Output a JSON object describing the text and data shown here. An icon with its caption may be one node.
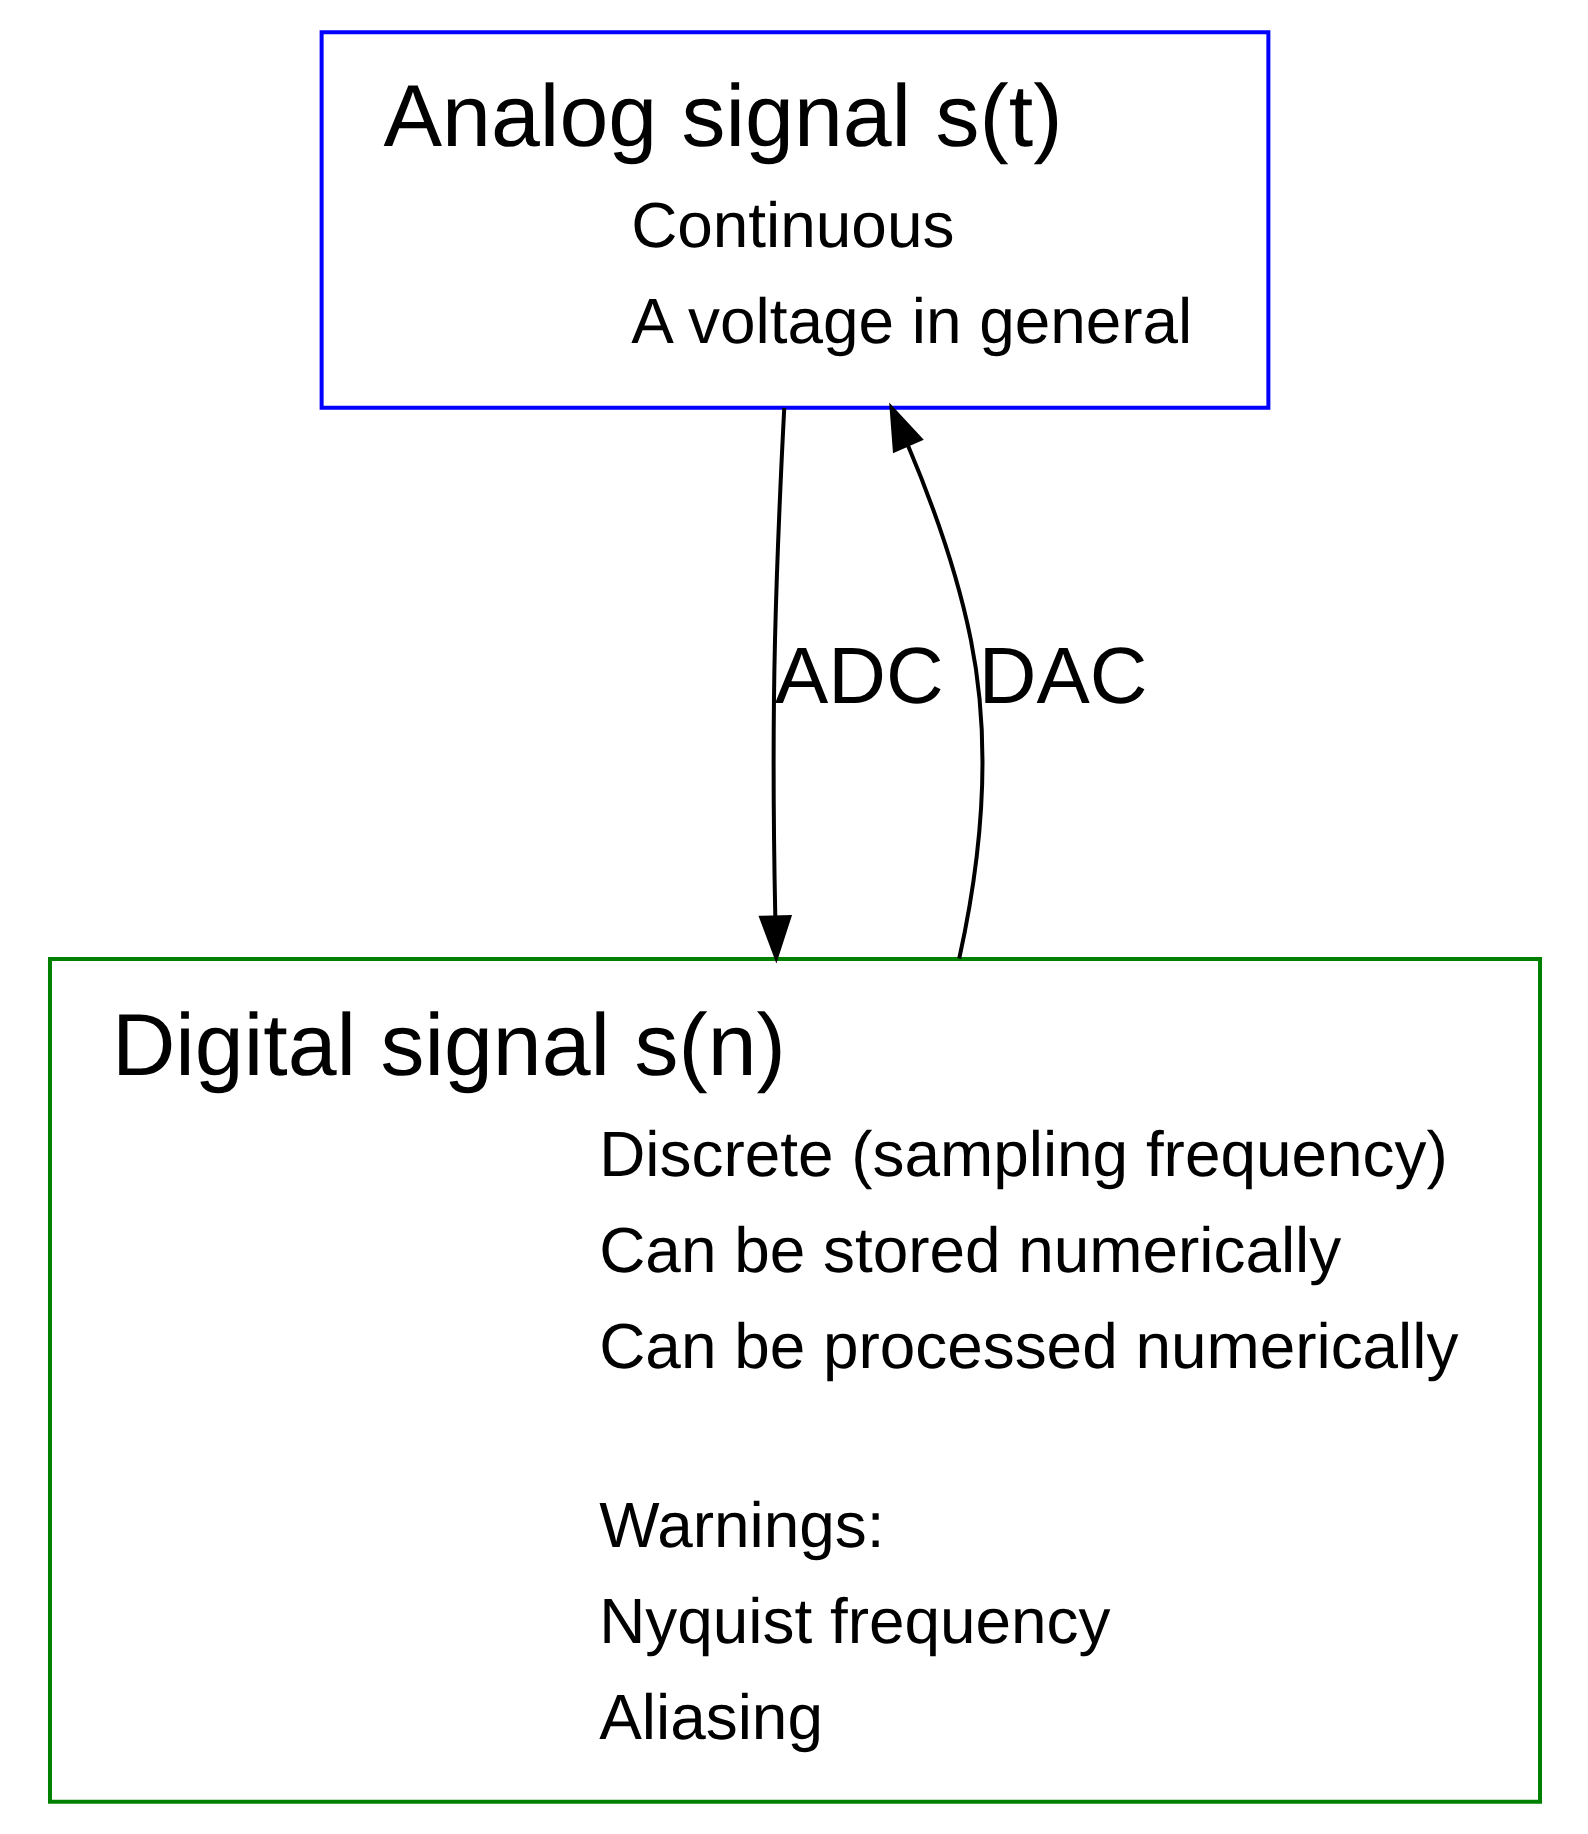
{
  "diagram": {
    "nodes": [
      {
        "text": [
          "Analog signal s(t)",
          "Continuous",
          "A voltage in general"
        ]
      },
      {
        "text": [
          "Digital signal s(n)",
          "Discrete (sampling frequency)",
          "Can be stored numerically",
          "Can be processed numerically",
          "Warnings:",
          "Nyquist frequency",
          "Aliasing"
        ]
      }
    ],
    "edges": [
      {
        "from": 0,
        "to": 1,
        "arrow": "to",
        "label": "ADC"
      },
      {
        "from": 1,
        "to": 0,
        "arrow": "to",
        "label": "DAC"
      }
    ]
  }
}
